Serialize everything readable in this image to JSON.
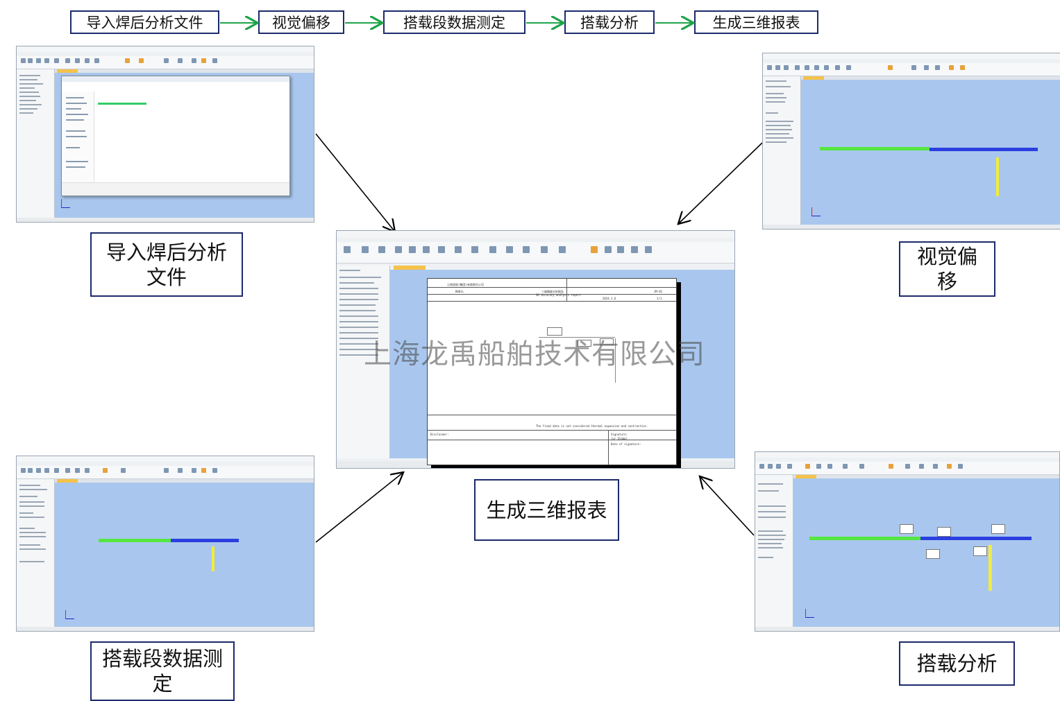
{
  "flow": {
    "steps": [
      "导入焊后分析文件",
      "视觉偏移",
      "搭载段数据测定",
      "搭载分析",
      "生成三维报表"
    ],
    "arrow_color": "#1fa34a",
    "box_border_color": "#1b2a6b"
  },
  "labels": {
    "import": "导入焊后分析文件",
    "visual_offset": "视觉偏移",
    "segment_measure": "搭载段数据测定",
    "assembly_analysis": "搭载分析",
    "report": "生成三维报表"
  },
  "watermark": "上海龙禹船舶技术有限公司",
  "report_sheet": {
    "company": "江南造船(集团)有限责任公司",
    "title": "三维精度分析报告",
    "title_en": "3D accuracy analysis report",
    "block": "B001L",
    "date": "2024.1.6",
    "sheet": "1/1",
    "doc_no": "JM-02",
    "signature": "Signature:",
    "signature_sub": "(or Stamp)",
    "date_of_signature": "Date of signature:",
    "disclaimer": "Disclaimer:",
    "fixed_note": "The fixed data is not considered thermal expansion and contraction."
  },
  "colors": {
    "viewport": "#a9c7ee",
    "pipe_green": "#55e640",
    "pipe_blue": "#2b3fe0",
    "pipe_yellow": "#f2ec3a"
  }
}
